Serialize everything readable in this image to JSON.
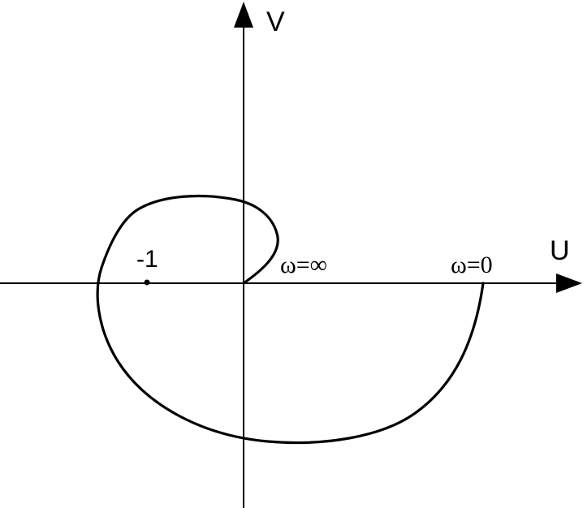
{
  "axes": {
    "horizontal_label": "U",
    "vertical_label": "V"
  },
  "critical_point": {
    "label": "-1"
  },
  "curve": {
    "start_label": "ω=0",
    "end_label": "ω=∞"
  },
  "colors": {
    "ink": "#000000",
    "background": "#ffffff"
  }
}
